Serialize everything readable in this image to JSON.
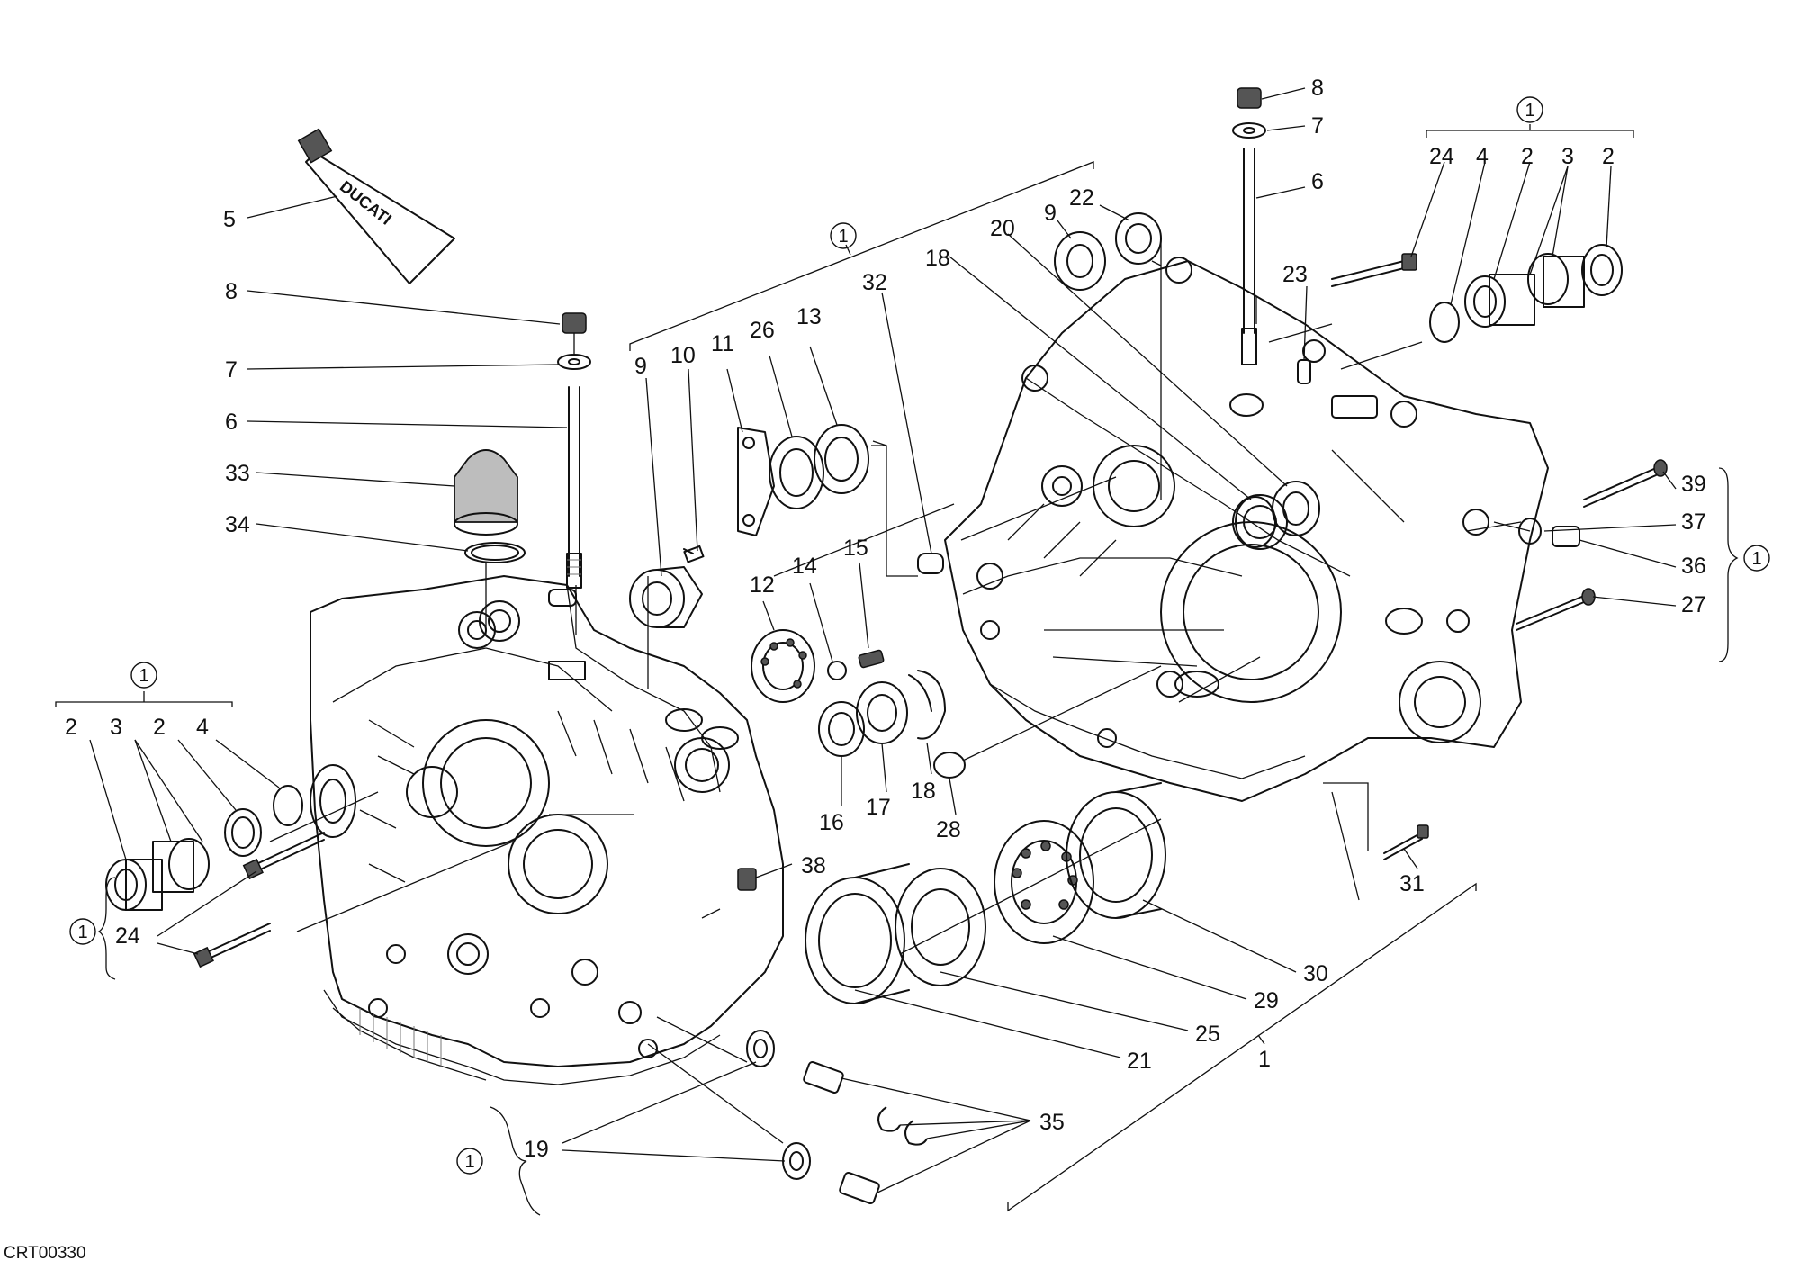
{
  "drawing_code": "CRT00330",
  "tube_brand": "DUCATI",
  "kit_marker": "1",
  "labels": {
    "l5": "5",
    "l8a": "8",
    "l7a": "7",
    "l6a": "6",
    "l33": "33",
    "l34": "34",
    "l2a": "2",
    "l3a": "3",
    "l2b": "2",
    "l4a": "4",
    "l24a": "24",
    "l9a": "9",
    "l10": "10",
    "l11": "11",
    "l26": "26",
    "l13": "13",
    "l32": "32",
    "l12": "12",
    "l14": "14",
    "l15": "15",
    "l16": "16",
    "l17": "17",
    "l18a": "18",
    "l28": "28",
    "l38": "38",
    "l19": "19",
    "l35": "35",
    "l21": "21",
    "l25": "25",
    "l29": "29",
    "l30": "30",
    "l1": "1",
    "l31": "31",
    "l18b": "18",
    "l20": "20",
    "l9b": "9",
    "l22": "22",
    "l8b": "8",
    "l7b": "7",
    "l6b": "6",
    "l23": "23",
    "l24b": "24",
    "l4b": "4",
    "l2c": "2",
    "l3b": "3",
    "l2d": "2",
    "l39": "39",
    "l37": "37",
    "l36": "36",
    "l27": "27"
  },
  "colors": {
    "ink": "#111111",
    "background": "#ffffff",
    "shade": "#bdbdbd"
  }
}
